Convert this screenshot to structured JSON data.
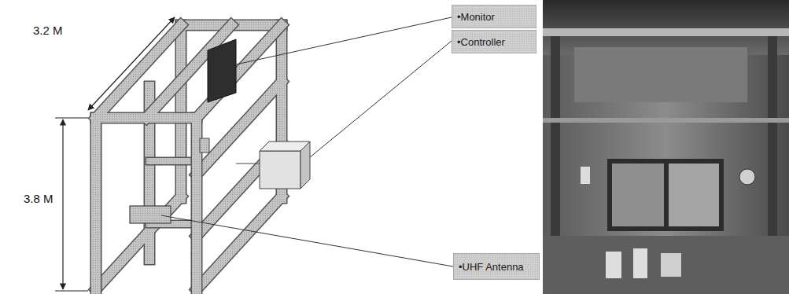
{
  "diagram": {
    "nodes": [
      {
        "text": [
          "•Monitor"
        ]
      },
      {
        "text": [
          "•Controller"
        ]
      },
      {
        "text": [
          "•UHF Antenna"
        ]
      }
    ],
    "labels": [
      "3.2 M",
      "3.8 M"
    ]
  }
}
